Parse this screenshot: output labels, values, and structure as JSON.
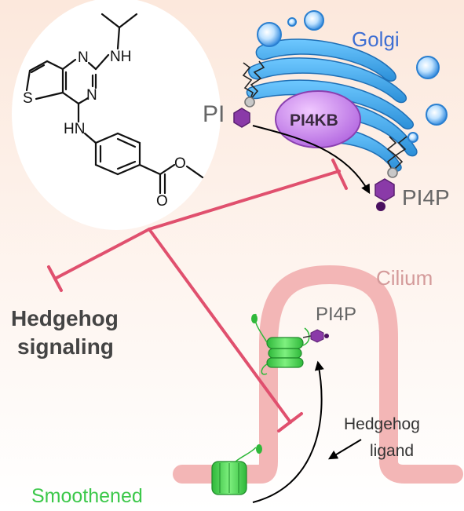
{
  "labels": {
    "golgi": "Golgi",
    "pi": "PI",
    "pi4kb": "PI4KB",
    "pi4p_golgi": "PI4P",
    "cilium": "Cilium",
    "pi4p_cilium": "PI4P",
    "hedgehog": "Hedgehog",
    "signaling": "signaling",
    "ligand_line1": "Hedgehog",
    "ligand_line2": "ligand",
    "smoothened": "Smoothened"
  },
  "molecule": {
    "atoms": {
      "nh_top": "NH",
      "n_upper": "N",
      "n_lower": "N",
      "s": "S",
      "hn": "HN",
      "o_ester": "O",
      "o_carbonyl": "O"
    }
  },
  "colors": {
    "inhibition": "#e0506e",
    "golgi": "#3e6fd3",
    "pi4kb": "#c07ae6",
    "phosphoinositide": "#8a3aa8",
    "cilium": "#f0b0b0",
    "smoothened": "#3cc84a"
  }
}
